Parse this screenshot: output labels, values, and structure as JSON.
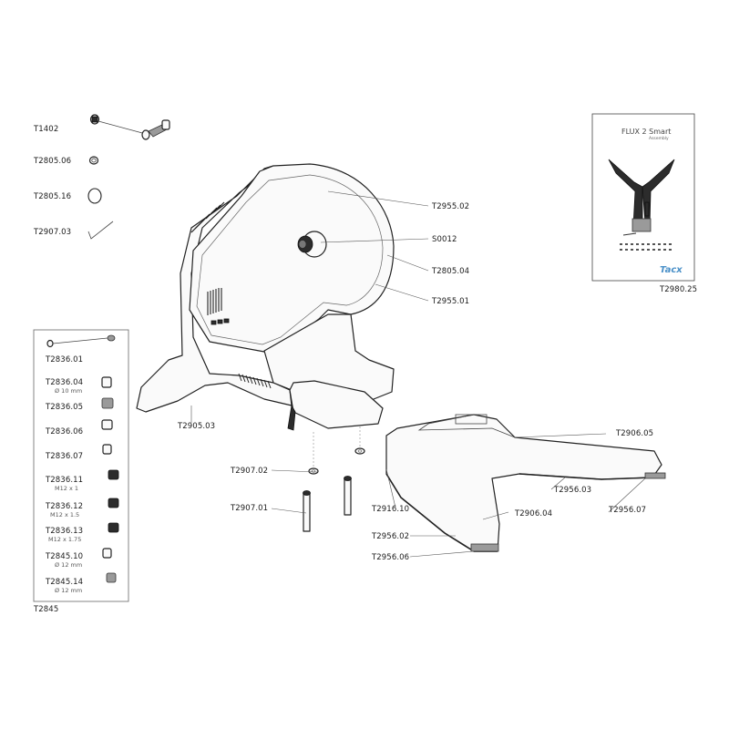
{
  "labels": {
    "t1402": "T1402",
    "t280506": "T2805.06",
    "t280516": "T2805.16",
    "t290703": "T2907.03",
    "t295502": "T2955.02",
    "s0012": "S0012",
    "t280504": "T2805.04",
    "t295501": "T2955.01",
    "t298025": "T2980.25",
    "t290503": "T2905.03",
    "t290605": "T2906.05",
    "t290702": "T2907.02",
    "t290701": "T2907.01",
    "t291610": "T2916.10",
    "t290604": "T2906.04",
    "t295603": "T2956.03",
    "t295607": "T2956.07",
    "t295602": "T2956.02",
    "t295606": "T2956.06",
    "t2845": "T2845"
  },
  "kit": {
    "items": [
      {
        "code": "T2836.01",
        "sub": ""
      },
      {
        "code": "T2836.04",
        "sub": "Ø 10 mm"
      },
      {
        "code": "T2836.05",
        "sub": ""
      },
      {
        "code": "T2836.06",
        "sub": ""
      },
      {
        "code": "T2836.07",
        "sub": ""
      },
      {
        "code": "T2836.11",
        "sub": "M12 x 1"
      },
      {
        "code": "T2836.12",
        "sub": "M12 x 1.5"
      },
      {
        "code": "T2836.13",
        "sub": "M12 x 1.75"
      },
      {
        "code": "T2845.10",
        "sub": "Ø 12 mm"
      },
      {
        "code": "T2845.14",
        "sub": "Ø 12 mm"
      }
    ]
  },
  "manual": {
    "title": "FLUX 2 Smart",
    "subtitle": "Assembly",
    "brand": "Tacx"
  },
  "colors": {
    "ink": "#1a1a1a",
    "brand": "#4a90c8"
  }
}
